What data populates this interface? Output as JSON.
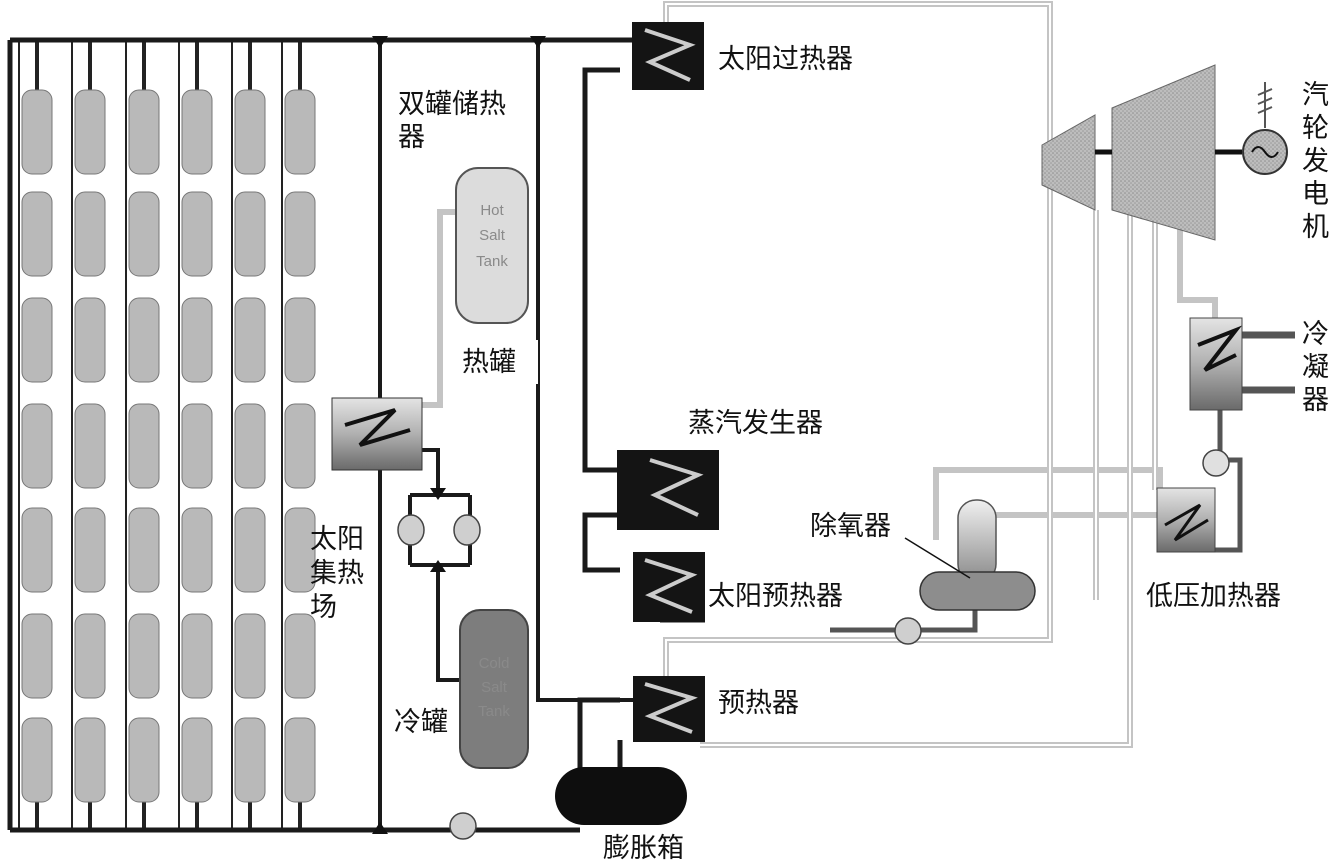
{
  "labels": {
    "solar_superheater": "太阳过热器",
    "two_tank_storage_line1": "双罐储热",
    "two_tank_storage_line2": "器",
    "hot_tank": "热罐",
    "steam_generator": "蒸汽发生器",
    "solar_field": [
      "太阳",
      "集热",
      "场"
    ],
    "deaerator": "除氧器",
    "solar_preheater": "太阳预热器",
    "low_pressure_heater": "低压加热器",
    "cold_tank": "冷罐",
    "preheater": "预热器",
    "expansion_tank": "膨胀箱",
    "turbine_generator": [
      "汽",
      "轮",
      "发",
      "电",
      "机"
    ],
    "condenser": [
      "冷",
      "凝",
      "器"
    ]
  },
  "tank_text": {
    "hot": [
      "Hot",
      "Salt",
      "Tank"
    ],
    "cold": [
      "Cold",
      "Salt",
      "Tank"
    ]
  },
  "colors": {
    "pipe_dark": "#1a1a1a",
    "pipe_light": "#c8c8c8",
    "collector": "#b9b9b9",
    "hot_tank": "#dcdcdc",
    "cold_tank": "#7d7d7d",
    "turbine": "#b5b5b5",
    "heat_exchanger": "#141414"
  }
}
